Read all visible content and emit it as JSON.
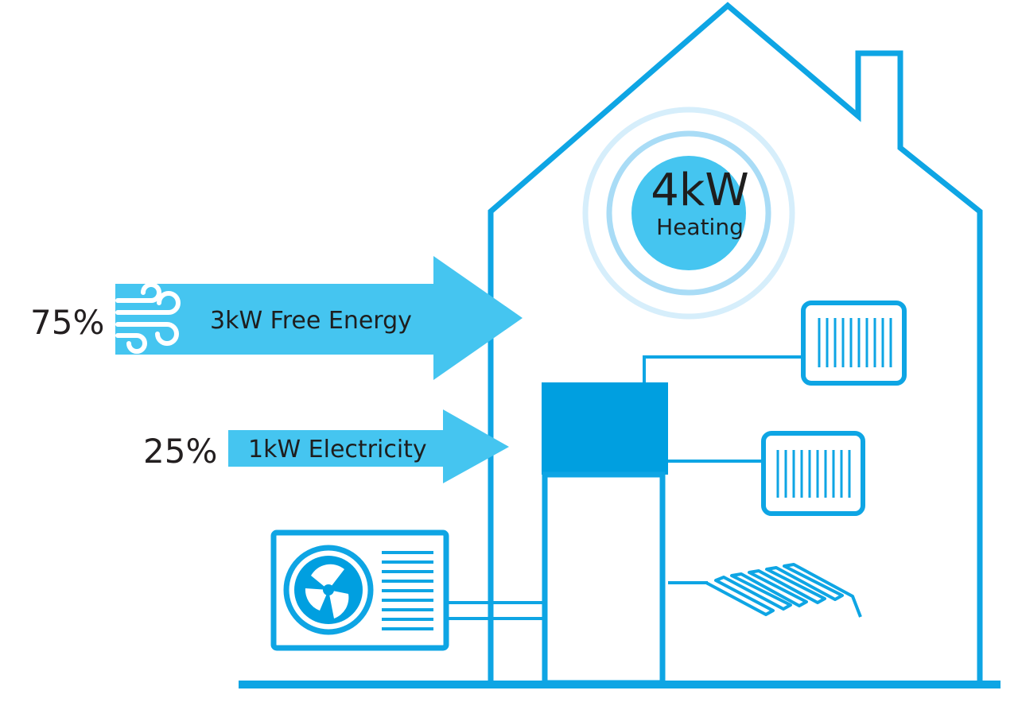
{
  "colors": {
    "outline": "#0ea5e4",
    "arrow": "#45c5f0",
    "tank": "#009fe0",
    "ring_outer": "#d6eefb",
    "ring_inner": "#a9dcf6",
    "circle": "#45c5f0"
  },
  "heating": {
    "value": "4kW",
    "label": "Heating"
  },
  "free_energy": {
    "percent": "75%",
    "label": "3kW Free Energy",
    "icon": "wind-icon"
  },
  "electricity": {
    "percent": "25%",
    "label": "1kW Electricity"
  },
  "icons": {
    "fan": "fan-icon",
    "radiator": "radiator-icon",
    "underfloor": "underfloor-heating-icon"
  }
}
